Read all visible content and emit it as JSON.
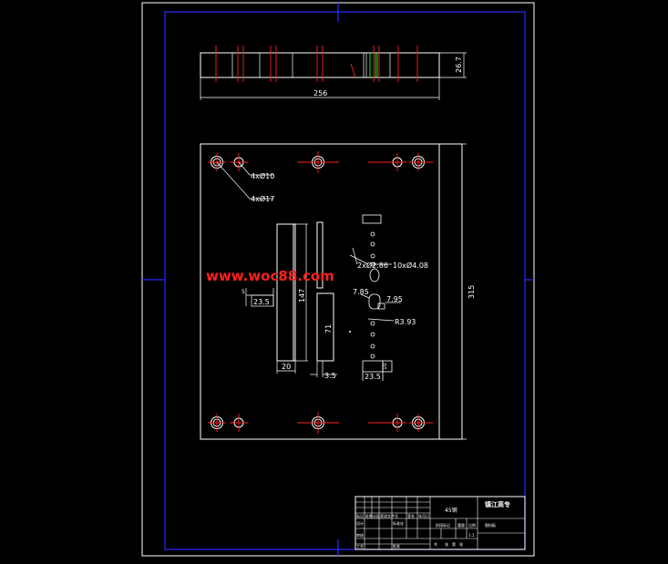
{
  "colors": {
    "background": "#000000",
    "outer_frame": "#ffffff",
    "inner_frame": "#2b2bff",
    "drawing_line": "#ffffff",
    "center_line": "#ff2020",
    "accent_line": "#20ff20",
    "watermark": "#ff2020"
  },
  "watermark": {
    "text": "www.woc88.com"
  },
  "top_view": {
    "width_dim": "256",
    "height_dim": "26.7"
  },
  "plan_view": {
    "height_dim": "315",
    "hole_label_1": "4xØ10",
    "hole_label_2": "4xØ17",
    "small_holes_label": "2xØ2.86",
    "row_holes_label": "10xØ4.08",
    "slot_width_1": "7.85",
    "slot_width_2": "7.95",
    "radius_label": "R3.93",
    "left_offset": "23.5",
    "long_bar_len": "147",
    "short_bar_len": "71",
    "bar_width": "20",
    "slot_gap": "3.5",
    "bottom_offset": "23.5",
    "block_dim": "10",
    "left_mark": "5"
  },
  "title_block": {
    "material": "45钢",
    "school": "镇江高专",
    "part_name": "脱料板",
    "header_cols": [
      "标记",
      "处数",
      "分区",
      "更改文件号",
      "签名",
      "年月日"
    ],
    "row_design": [
      "设计",
      "标准化"
    ],
    "row_review": [
      "审核"
    ],
    "row_process": [
      "工艺",
      "批准"
    ],
    "stage_label": "阶段标记",
    "weight_label": "重量",
    "scale_label": "比例",
    "scale_value": "1:1",
    "sheet_info": [
      "共",
      "张",
      "第",
      "张"
    ]
  }
}
